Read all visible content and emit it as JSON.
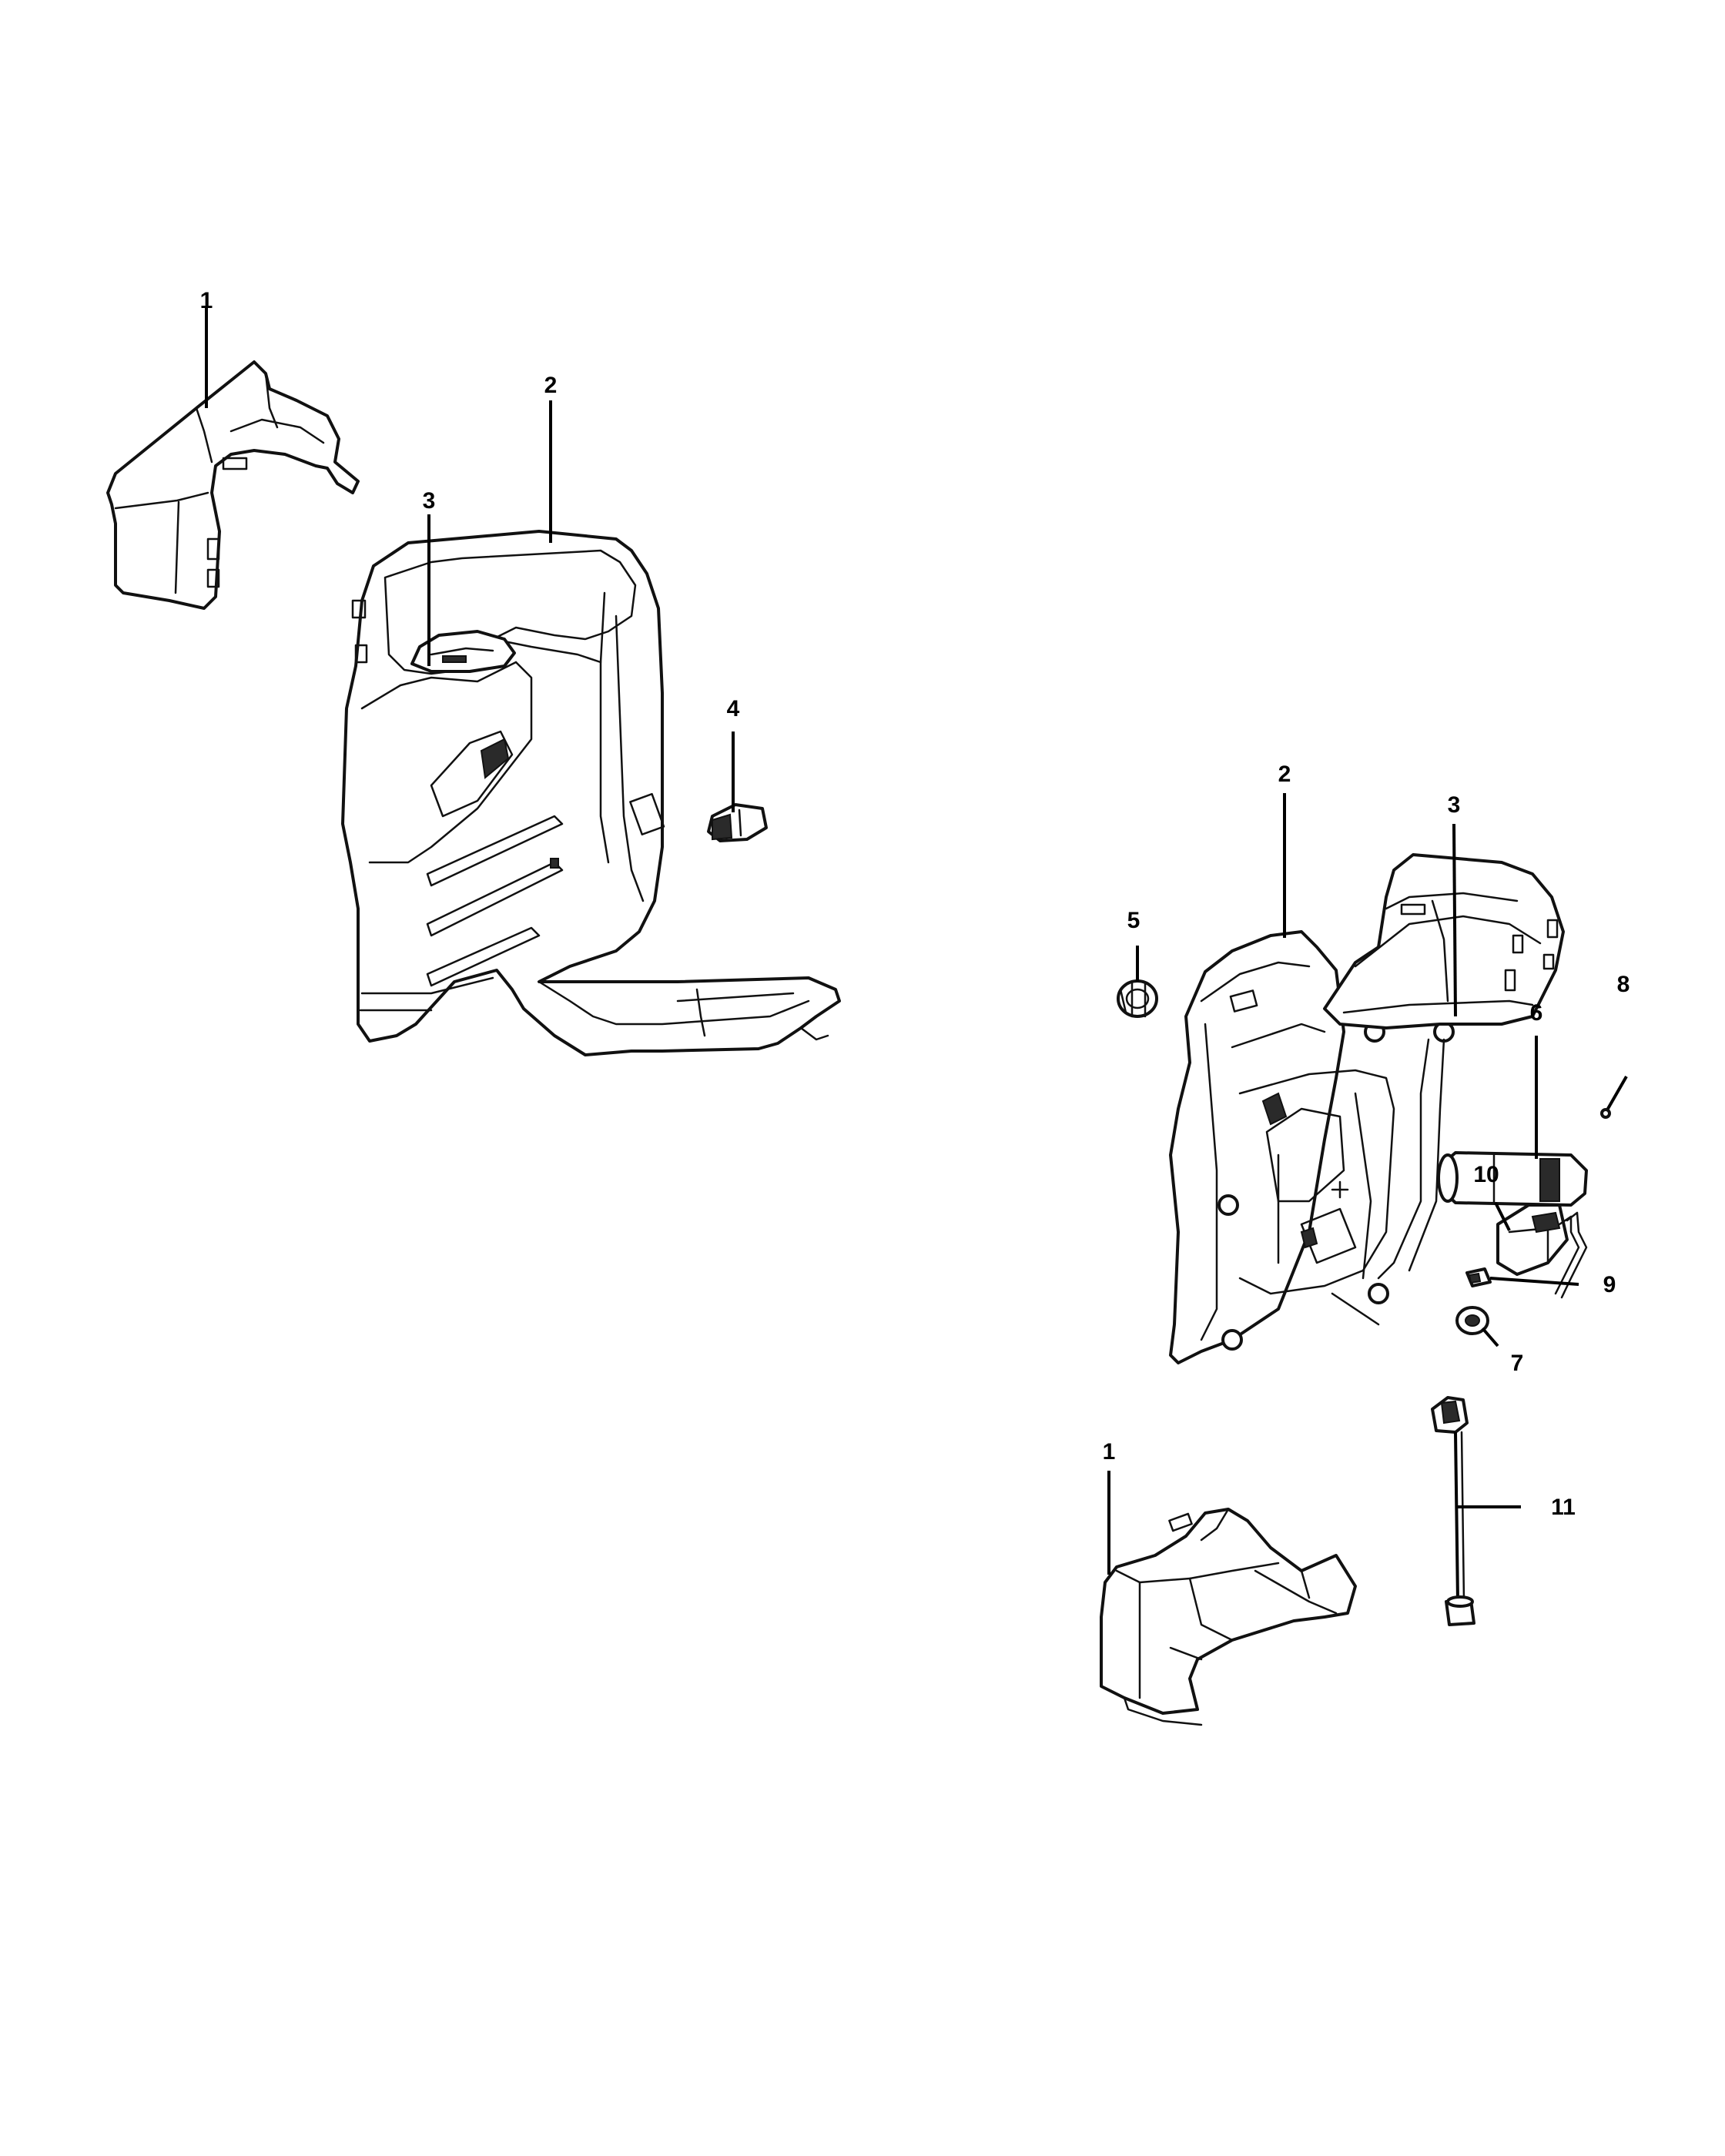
{
  "callouts": {
    "left_1": "1",
    "left_2": "2",
    "left_3": "3",
    "left_4": "4",
    "right_1": "1",
    "right_2": "2",
    "right_3": "3",
    "right_5": "5",
    "right_6": "6",
    "right_7": "7",
    "right_8": "8",
    "right_9": "9",
    "right_10": "10",
    "right_11": "11"
  }
}
